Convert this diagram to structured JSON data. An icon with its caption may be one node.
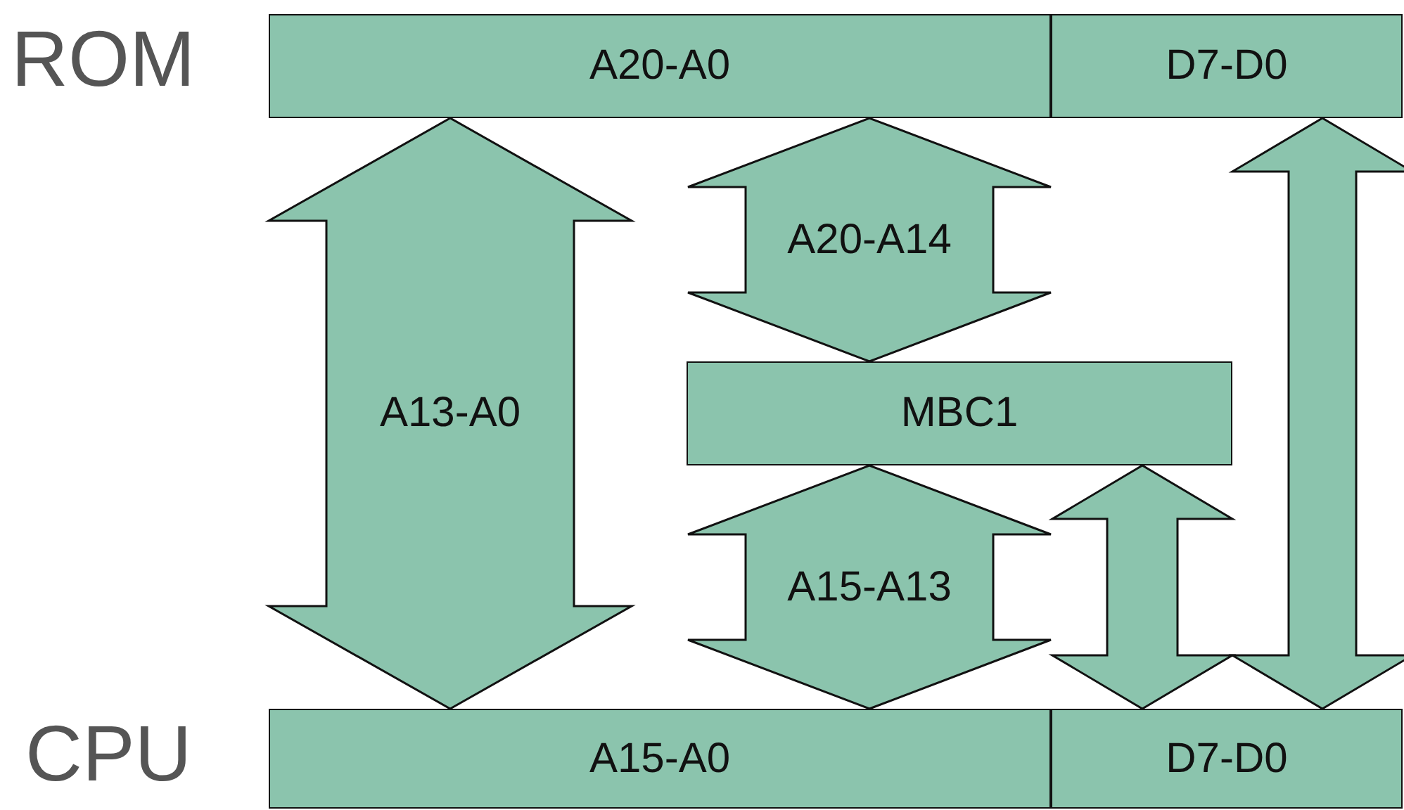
{
  "diagram": {
    "nodes": [
      {
        "text": [
          "A20-A0"
        ],
        "beside": [
          "ROM"
        ]
      },
      {
        "text": [
          "D7-D0"
        ]
      },
      {
        "text": [
          "MBC1"
        ]
      },
      {
        "text": [
          "A15-A0"
        ],
        "beside": [
          "CPU"
        ]
      },
      {
        "text": [
          "D7-D0"
        ]
      }
    ],
    "edges": [
      {
        "from": 3,
        "to": 0,
        "arrow": "both",
        "label": "A13-A0",
        "style": "thick"
      },
      {
        "from": 2,
        "to": 0,
        "arrow": "both",
        "label": "A20-A14",
        "style": "thick"
      },
      {
        "from": 3,
        "to": 2,
        "arrow": "both",
        "label": "A15-A13",
        "style": "thick"
      },
      {
        "from": 4,
        "to": 2,
        "arrow": "both",
        "style": "thick"
      },
      {
        "from": 4,
        "to": 1,
        "arrow": "both",
        "style": "thick"
      }
    ]
  }
}
